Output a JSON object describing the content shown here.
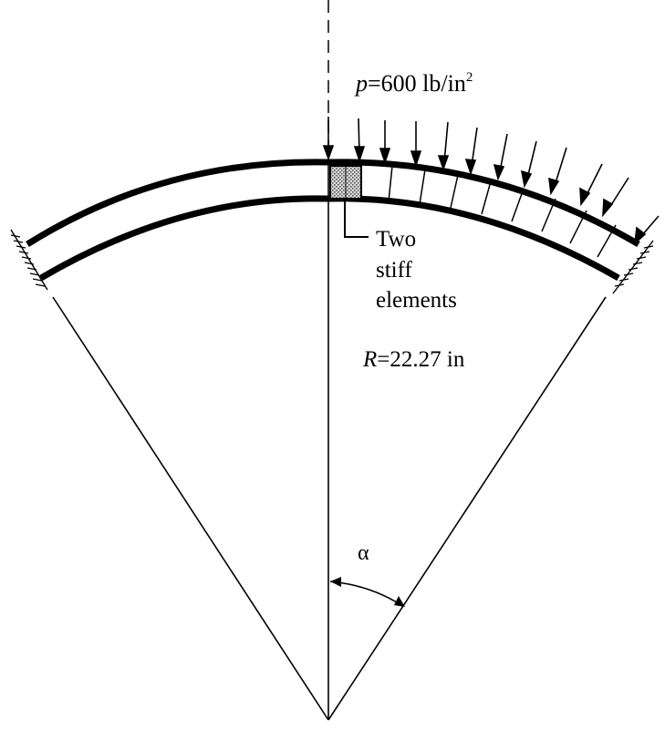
{
  "labels": {
    "pressure_var": "p",
    "pressure_value": "=600 lb/in",
    "pressure_exp": "2",
    "stiff_line1": "Two",
    "stiff_line2": "stiff",
    "stiff_line3": "elements",
    "radius_var": "R",
    "radius_value": "=22.27 in",
    "angle": "α"
  }
}
